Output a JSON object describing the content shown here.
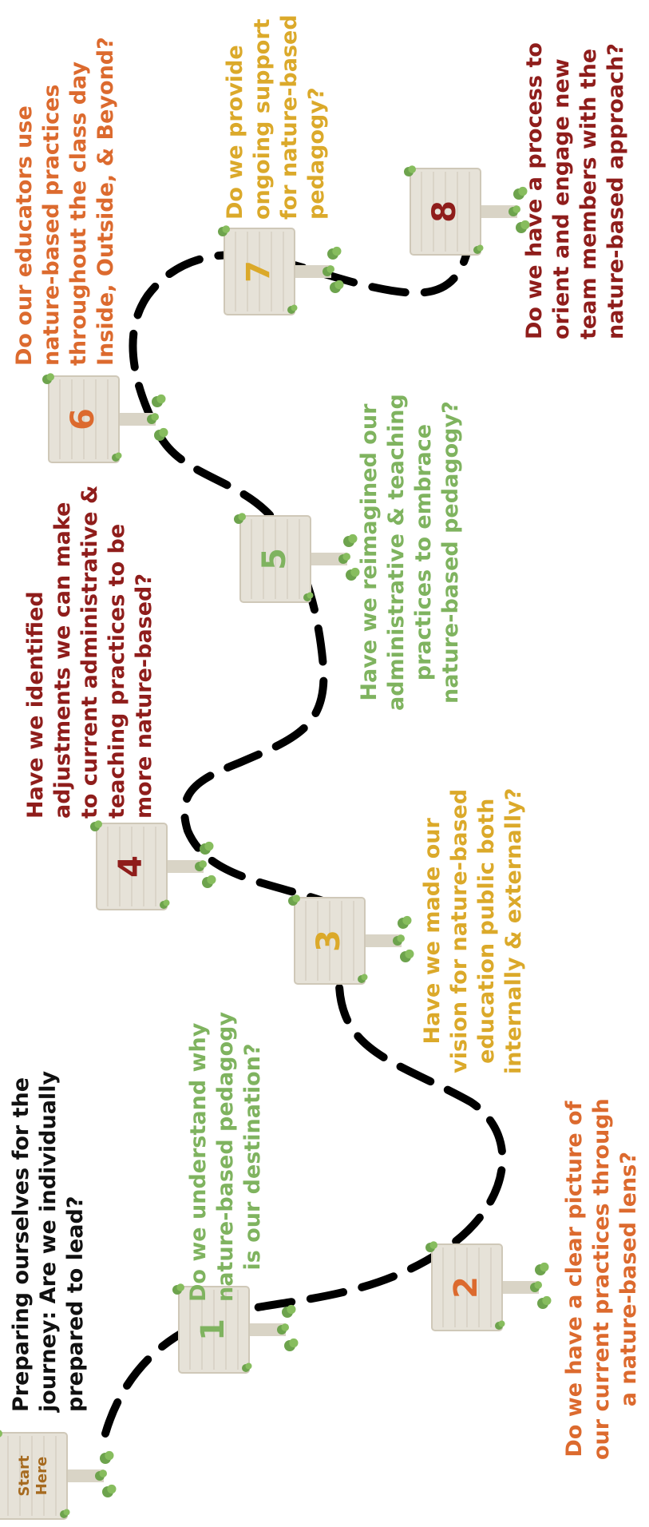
{
  "colors": {
    "red": "#8f1d1b",
    "orange": "#dc6a2e",
    "yellow": "#dba92a",
    "green": "#7fb35f",
    "black": "#111111",
    "sign": "#e6e2d8"
  },
  "start": {
    "line1": "Start",
    "line2": "Here"
  },
  "intro": {
    "lines": [
      "Preparing ourselves for the",
      "journey: Are we individually",
      "prepared to lead?"
    ]
  },
  "steps": [
    {
      "number": "1",
      "color": "green",
      "lines": [
        "Do we understand why",
        "nature-based pedagogy",
        "is our destination?"
      ]
    },
    {
      "number": "2",
      "color": "orange",
      "lines": [
        "Do we have a clear picture of",
        "our current practices through",
        "a nature-based lens?"
      ]
    },
    {
      "number": "3",
      "color": "yellow",
      "lines": [
        "Have we made our",
        "vision for nature-based",
        "education public both",
        "internally & externally?"
      ]
    },
    {
      "number": "4",
      "color": "red",
      "lines": [
        "Have we identified",
        "adjustments we can make",
        "to current administrative &",
        "teaching practices to be",
        "more nature-based?"
      ]
    },
    {
      "number": "5",
      "color": "green",
      "lines": [
        "Have we reimagined our",
        "administrative & teaching",
        "practices to embrace",
        "nature-based pedagogy?"
      ]
    },
    {
      "number": "6",
      "color": "orange",
      "lines": [
        "Do our educators use",
        "nature-based practices",
        "throughout the class day",
        "Inside, Outside, & Beyond?"
      ]
    },
    {
      "number": "7",
      "color": "yellow",
      "lines": [
        "Do we provide",
        "ongoing support",
        "for nature-based",
        "pedagogy?"
      ]
    },
    {
      "number": "8",
      "color": "red",
      "lines": [
        "Do we have a process to",
        "orient and engage new",
        "team members with the",
        "nature-based approach?"
      ]
    }
  ]
}
